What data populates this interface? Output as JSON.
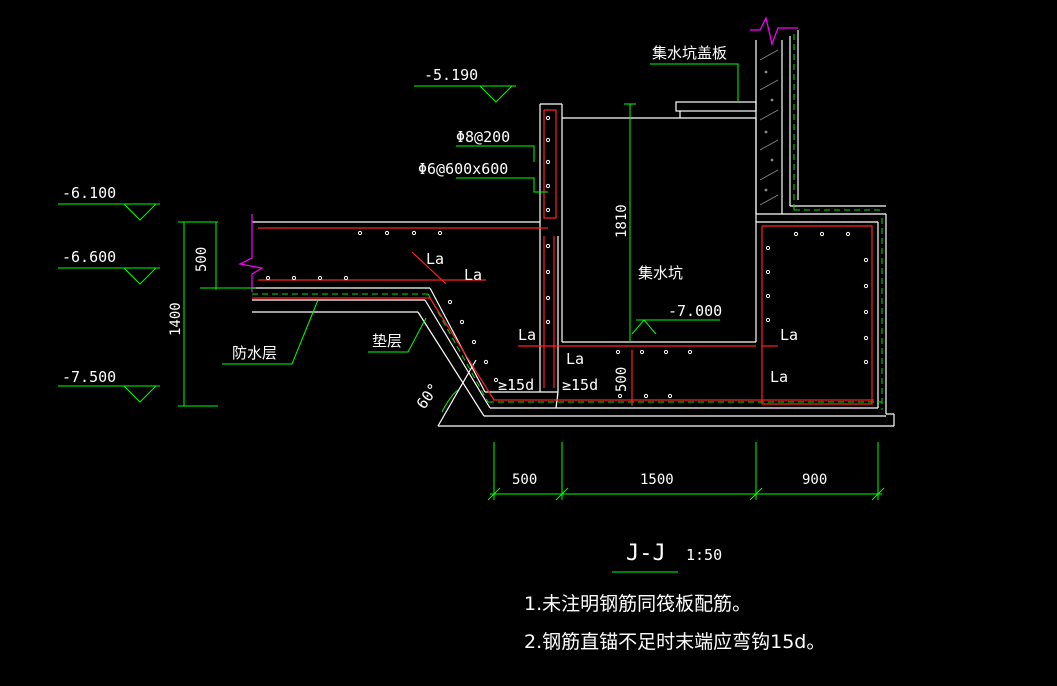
{
  "elevations": {
    "top_cover": "-5.190",
    "slab_top": "-6.100",
    "slab_bottom": "-6.600",
    "raft_bottom": "-7.500",
    "pit_bottom": "-7.000"
  },
  "labels": {
    "cover_plate": "集水坑盖板",
    "rebar_main": "Φ8@200",
    "rebar_tie": "Φ6@600x600",
    "pit": "集水坑",
    "waterproof": "防水层",
    "cushion": "垫层",
    "anchor": "La",
    "hook": "≥15d",
    "angle": "60°"
  },
  "dimensions": {
    "slab_thickness": "500",
    "total_depth": "1400",
    "pit_depth": "1810",
    "pit_slab": "500",
    "width_left": "500",
    "width_mid": "1500",
    "width_right": "900"
  },
  "section": {
    "title": "J-J",
    "scale": "1:50"
  },
  "notes": [
    "1.未注明钢筋同筏板配筋。",
    "2.钢筋直锚不足时末端应弯钩15d。"
  ],
  "colors": {
    "background": "#000000",
    "outline": "#ffffff",
    "rebar": "#ff2020",
    "dimension": "#00ff00",
    "break_mark": "#ff00ff"
  }
}
